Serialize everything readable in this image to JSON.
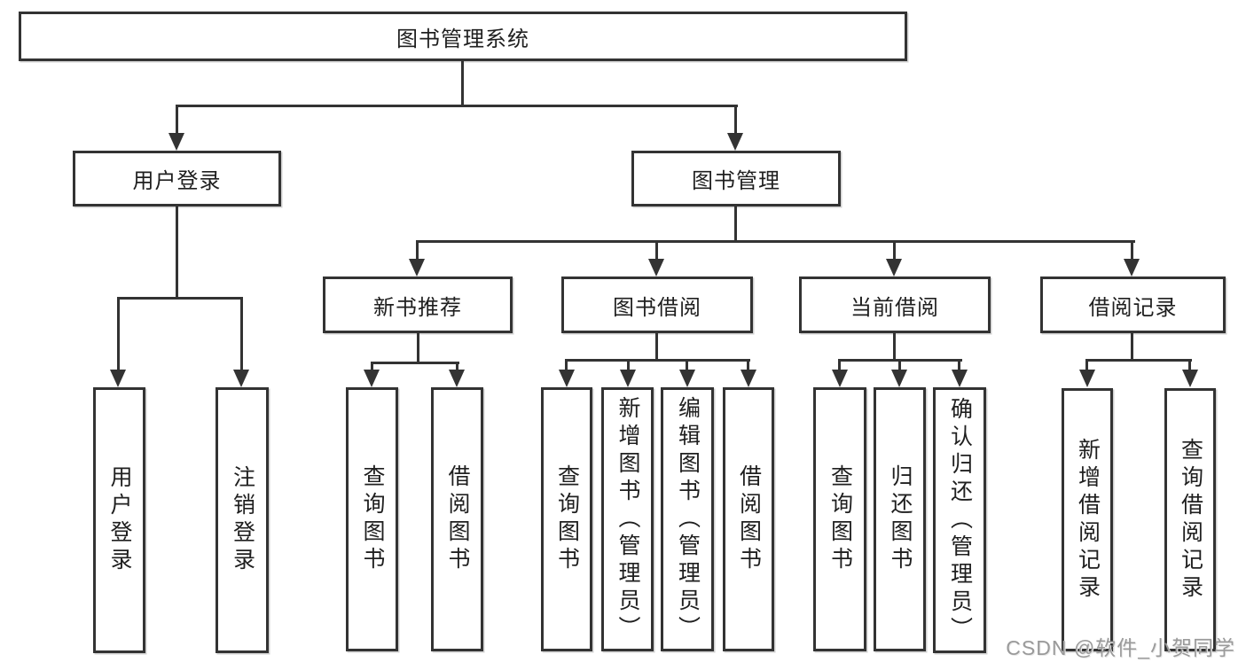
{
  "colors": {
    "line": "#333333",
    "box_background": "#ffffff",
    "text": "#1f1f1f",
    "watermark": "#9a9a9a"
  },
  "watermark": "CSDN @软件_小贺同学",
  "tree": {
    "label": "图书管理系统",
    "children": [
      {
        "label": "用户登录",
        "children": [
          {
            "label": "用户登录"
          },
          {
            "label": "注销登录"
          }
        ]
      },
      {
        "label": "图书管理",
        "children": [
          {
            "label": "新书推荐",
            "children": [
              {
                "label": "查询图书"
              },
              {
                "label": "借阅图书"
              }
            ]
          },
          {
            "label": "图书借阅",
            "children": [
              {
                "label": "查询图书"
              },
              {
                "label": "新增图书（管理员）"
              },
              {
                "label": "编辑图书（管理员）"
              },
              {
                "label": "借阅图书"
              }
            ]
          },
          {
            "label": "当前借阅",
            "children": [
              {
                "label": "查询图书"
              },
              {
                "label": "归还图书"
              },
              {
                "label": "确认归还（管理员）"
              }
            ]
          },
          {
            "label": "借阅记录",
            "children": [
              {
                "label": "新增借阅记录"
              },
              {
                "label": "查询借阅记录"
              }
            ]
          }
        ]
      }
    ]
  }
}
